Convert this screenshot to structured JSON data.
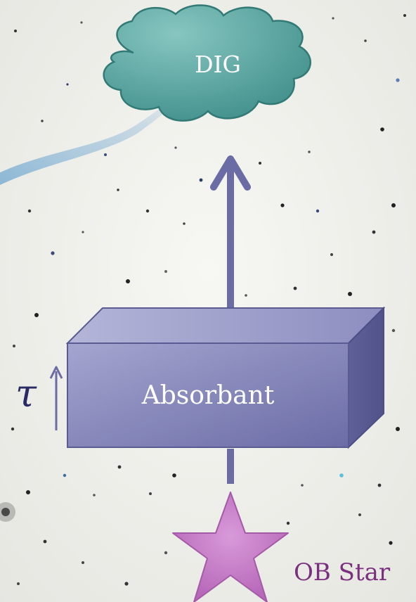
{
  "diagram": {
    "cloud": {
      "label": "DIG",
      "color": "#4a9c98"
    },
    "absorber": {
      "label": "Absorbant",
      "color": "#7b7cb0"
    },
    "optical_depth": {
      "symbol": "τ"
    },
    "source": {
      "label": "OB Star",
      "color": "#c47ac6"
    },
    "arrow_color": "#6b6ba6",
    "background": "starfield"
  }
}
